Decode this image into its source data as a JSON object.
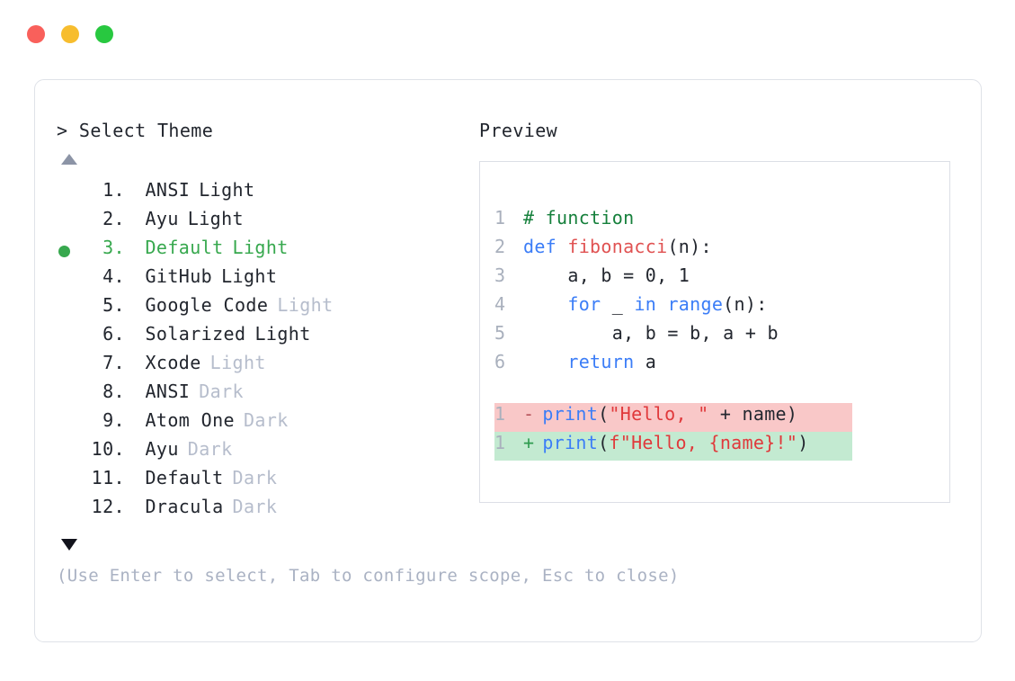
{
  "window": {
    "dots": [
      {
        "name": "close",
        "color": "#f9605b"
      },
      {
        "name": "minimize",
        "color": "#f7bd2e"
      },
      {
        "name": "maximize",
        "color": "#28c840"
      }
    ]
  },
  "selector": {
    "title": "> Select Theme",
    "scroll_up_icon": "triangle-up",
    "scroll_down_icon": "triangle-down",
    "selected_index": 3,
    "selected_color": "#37a84e",
    "muted_color": "#b6bdcc",
    "items": [
      {
        "num": "1.",
        "name": "ANSI",
        "suffix": "Light",
        "suffix_muted": false,
        "selected": false
      },
      {
        "num": "2.",
        "name": "Ayu",
        "suffix": "Light",
        "suffix_muted": false,
        "selected": false
      },
      {
        "num": "3.",
        "name": "Default",
        "suffix": "Light",
        "suffix_muted": false,
        "selected": true
      },
      {
        "num": "4.",
        "name": "GitHub",
        "suffix": "Light",
        "suffix_muted": false,
        "selected": false
      },
      {
        "num": "5.",
        "name": "Google Code",
        "suffix": "Light",
        "suffix_muted": true,
        "selected": false
      },
      {
        "num": "6.",
        "name": "Solarized",
        "suffix": "Light",
        "suffix_muted": false,
        "selected": false
      },
      {
        "num": "7.",
        "name": "Xcode",
        "suffix": "Light",
        "suffix_muted": true,
        "selected": false
      },
      {
        "num": "8.",
        "name": "ANSI",
        "suffix": "Dark",
        "suffix_muted": true,
        "selected": false
      },
      {
        "num": "9.",
        "name": "Atom One",
        "suffix": "Dark",
        "suffix_muted": true,
        "selected": false
      },
      {
        "num": "10.",
        "name": "Ayu",
        "suffix": "Dark",
        "suffix_muted": true,
        "selected": false
      },
      {
        "num": "11.",
        "name": "Default",
        "suffix": "Dark",
        "suffix_muted": true,
        "selected": false
      },
      {
        "num": "12.",
        "name": "Dracula",
        "suffix": "Dark",
        "suffix_muted": true,
        "selected": false
      }
    ],
    "hint": "(Use Enter to select, Tab to configure scope, Esc to close)"
  },
  "preview": {
    "title": "Preview",
    "code_lines": [
      {
        "ln": "1",
        "tokens": [
          {
            "text": "# function",
            "cls": "t-comment"
          }
        ]
      },
      {
        "ln": "2",
        "tokens": [
          {
            "text": "def ",
            "cls": "t-kw"
          },
          {
            "text": "fibonacci",
            "cls": "t-fn"
          },
          {
            "text": "(n):",
            "cls": "t-plain"
          }
        ]
      },
      {
        "ln": "3",
        "tokens": [
          {
            "text": "    a, b = ",
            "cls": "t-plain"
          },
          {
            "text": "0",
            "cls": "t-num"
          },
          {
            "text": ", ",
            "cls": "t-plain"
          },
          {
            "text": "1",
            "cls": "t-num"
          }
        ]
      },
      {
        "ln": "4",
        "tokens": [
          {
            "text": "    ",
            "cls": "t-plain"
          },
          {
            "text": "for",
            "cls": "t-kw"
          },
          {
            "text": " _ ",
            "cls": "t-plain"
          },
          {
            "text": "in range",
            "cls": "t-kw"
          },
          {
            "text": "(n):",
            "cls": "t-plain"
          }
        ]
      },
      {
        "ln": "5",
        "tokens": [
          {
            "text": "        a, b = b, a + b",
            "cls": "t-plain"
          }
        ]
      },
      {
        "ln": "6",
        "tokens": [
          {
            "text": "    ",
            "cls": "t-plain"
          },
          {
            "text": "return",
            "cls": "t-kw"
          },
          {
            "text": " a",
            "cls": "t-plain"
          }
        ]
      }
    ],
    "diff_lines": [
      {
        "ln": "1",
        "marker": "-",
        "kind": "del",
        "bg": "#f9c8c8",
        "tokens": [
          {
            "text": "print",
            "cls": "t-kw"
          },
          {
            "text": "(",
            "cls": "t-plain"
          },
          {
            "text": "\"Hello, \"",
            "cls": "t-str"
          },
          {
            "text": " + name)",
            "cls": "t-plain"
          }
        ]
      },
      {
        "ln": "1",
        "marker": "+",
        "kind": "add",
        "bg": "#c3ead1",
        "tokens": [
          {
            "text": "print",
            "cls": "t-kw"
          },
          {
            "text": "(",
            "cls": "t-plain"
          },
          {
            "text": "f\"Hello, {name}!\"",
            "cls": "t-str"
          },
          {
            "text": ")",
            "cls": "t-plain"
          }
        ]
      }
    ]
  }
}
